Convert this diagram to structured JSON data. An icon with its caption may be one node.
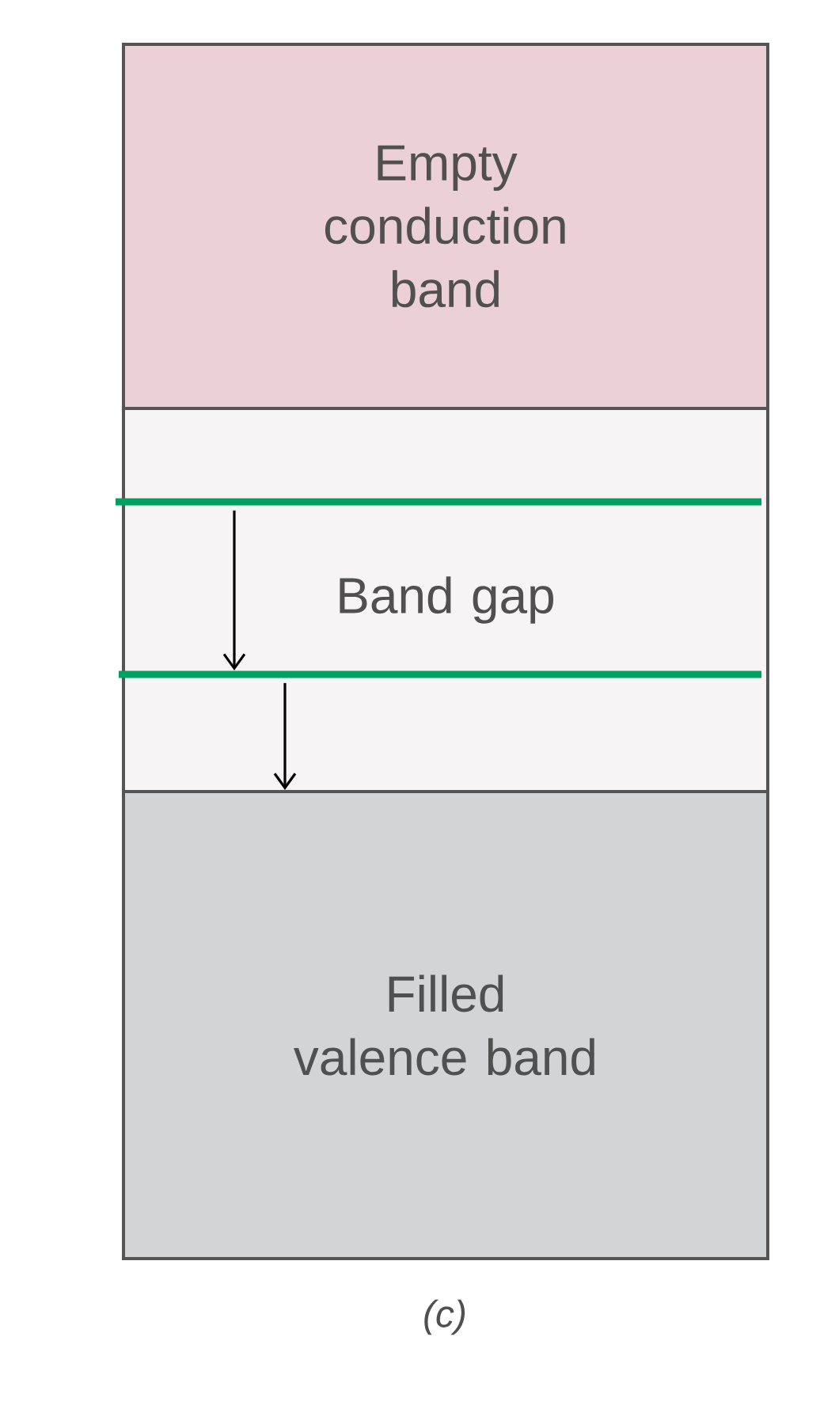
{
  "diagram": {
    "caption": "(c)",
    "nodes": [
      {
        "text": [
          "Empty conduction band"
        ]
      },
      {
        "text": [
          "Band gap"
        ]
      },
      {
        "text": [],
        "shape": "bar",
        "in": 1
      },
      {
        "text": [],
        "shape": "bar",
        "in": 1
      },
      {
        "text": [
          "Filled valence band"
        ]
      }
    ],
    "edges": [
      {
        "from": 2,
        "to": 3,
        "arrow": "to"
      },
      {
        "from": 3,
        "to": 4,
        "arrow": "to"
      }
    ]
  }
}
